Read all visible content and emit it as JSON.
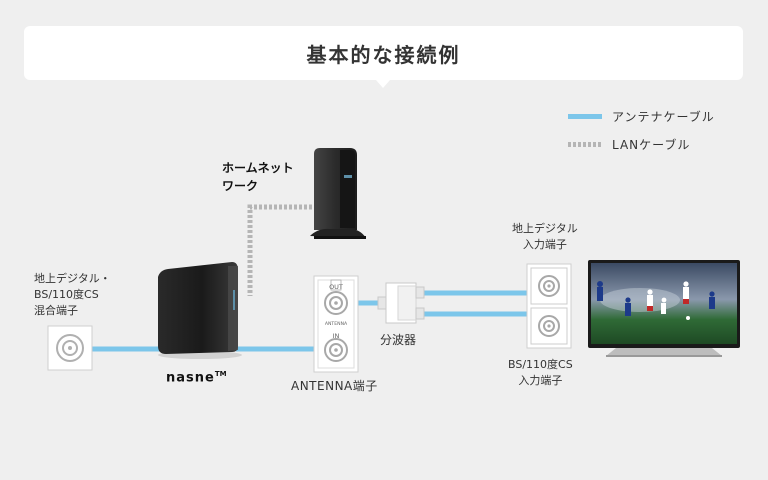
{
  "title": "基本的な接続例",
  "legend": {
    "antenna_cable": "アンテナケーブル",
    "lan_cable": "LANケーブル"
  },
  "labels": {
    "router": [
      "ホームネット",
      "ワーク"
    ],
    "wall_outlet": [
      "地上デジタル・",
      "BS/110度CS",
      "混合端子"
    ],
    "nasne": "nasne",
    "nasne_tm": "TM",
    "antenna_port": "ANTENNA端子",
    "port_out": "OUT",
    "port_antenna": "ANTENNA",
    "port_in": "IN",
    "splitter": "分波器",
    "tv_terrestrial": [
      "地上デジタル",
      "入力端子"
    ],
    "tv_bs": [
      "BS/110度CS",
      "入力端子"
    ]
  },
  "colors": {
    "antenna_cable": "#7cc6ea",
    "lan_cable": "#b5b5b5",
    "background": "#efefef"
  }
}
